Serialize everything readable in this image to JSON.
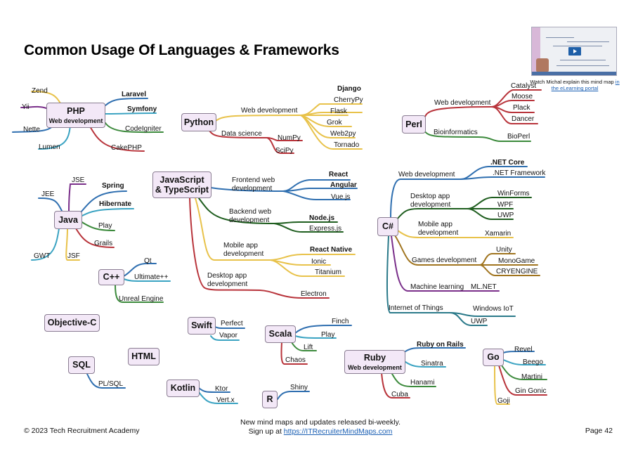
{
  "title": "Common Usage Of Languages & Frameworks",
  "colors": {
    "node_fill": "#f3e8f7",
    "node_border": "#8a7d92",
    "blue": "#2f6fb0",
    "cyan": "#3aa3c2",
    "green": "#3c8a3c",
    "dark_green": "#1f5e1f",
    "red": "#b8343b",
    "yellow": "#e8c24a",
    "purple": "#7a2f8a",
    "brown": "#a0741e",
    "teal": "#2b7a8a",
    "link": "#1a5fb4"
  },
  "video": {
    "caption_text": "Watch Michal explain this mind map",
    "caption_link": "in the eLearning portal",
    "icon": "play-icon"
  },
  "nodes": {
    "php": {
      "label": "PHP",
      "sub": "Web development",
      "children": [
        "Zend",
        "Yii",
        "Nette",
        "Lumen",
        "Laravel",
        "Symfony",
        "CodeIgniter",
        "CakePHP"
      ]
    },
    "python": {
      "label": "Python",
      "branches": [
        {
          "label": "Web development",
          "children": [
            "Django",
            "CherryPy",
            "Flask",
            "Grok",
            "Web2py",
            "Tornado"
          ]
        },
        {
          "label": "Data science",
          "children": [
            "NumPy",
            "SciPy"
          ]
        }
      ]
    },
    "perl": {
      "label": "Perl",
      "branches": [
        {
          "label": "Web development",
          "children": [
            "Catalyst",
            "Moose",
            "Plack",
            "Dancer"
          ]
        },
        {
          "label": "Bioinformatics",
          "children": [
            "BioPerl"
          ]
        }
      ]
    },
    "java": {
      "label": "Java",
      "children": [
        "JSE",
        "JEE",
        "Spring",
        "Hibernate",
        "Play",
        "Grails",
        "GWT",
        "JSF"
      ]
    },
    "js": {
      "label_line1": "JavaScript",
      "label_line2": "& TypeScript",
      "branches": [
        {
          "label_line1": "Frontend web",
          "label_line2": "development",
          "children": [
            "React",
            "Angular",
            "Vue.js"
          ]
        },
        {
          "label_line1": "Backend web",
          "label_line2": "development",
          "children": [
            "Node.js",
            "Express.js"
          ]
        },
        {
          "label_line1": "Mobile app",
          "label_line2": "development",
          "children": [
            "React Native",
            "Ionic",
            "Titanium"
          ]
        },
        {
          "label_line1": "Desktop app",
          "label_line2": "development",
          "children": [
            "Electron"
          ]
        }
      ]
    },
    "csharp": {
      "label": "C#",
      "branches": [
        {
          "label": "Web development",
          "children": [
            ".NET Core",
            ".NET Framework"
          ]
        },
        {
          "label_line1": "Desktop app",
          "label_line2": "development",
          "children": [
            "WinForms",
            "WPF",
            "UWP"
          ]
        },
        {
          "label_line1": "Mobile app",
          "label_line2": "development",
          "children": [
            "Xamarin"
          ]
        },
        {
          "label": "Games development",
          "children": [
            "Unity",
            "MonoGame",
            "CRYENGINE"
          ]
        },
        {
          "label": "Machine learning",
          "children": [
            "ML.NET"
          ]
        },
        {
          "label": "Internet of Things",
          "children": [
            "Windows IoT",
            "UWP"
          ]
        }
      ]
    },
    "cpp": {
      "label": "C++",
      "children": [
        "Qt",
        "Ultimate++",
        "Unreal Engine"
      ]
    },
    "objc": {
      "label": "Objective-C"
    },
    "swift": {
      "label": "Swift",
      "children": [
        "Perfect",
        "Vapor"
      ]
    },
    "scala": {
      "label": "Scala",
      "children": [
        "Finch",
        "Play",
        "Lift",
        "Chaos"
      ]
    },
    "html": {
      "label": "HTML"
    },
    "sql": {
      "label": "SQL",
      "children": [
        "PL/SQL"
      ]
    },
    "kotlin": {
      "label": "Kotlin",
      "children": [
        "Ktor",
        "Vert.x"
      ]
    },
    "r": {
      "label": "R",
      "children": [
        "Shiny"
      ]
    },
    "ruby": {
      "label": "Ruby",
      "sub": "Web development",
      "children": [
        "Ruby on Rails",
        "Sinatra",
        "Hanami",
        "Cuba"
      ]
    },
    "go": {
      "label": "Go",
      "children": [
        "Revel",
        "Beego",
        "Martini",
        "Gin Gonic",
        "Goji"
      ]
    }
  },
  "footer": {
    "copyright": "© 2023 Tech Recruitment Academy",
    "center_line1": "New mind maps and updates released bi-weekly.",
    "center_prefix": "Sign up at ",
    "center_link": "https://ITRecruiterMindMaps.com",
    "page": "Page 42"
  }
}
